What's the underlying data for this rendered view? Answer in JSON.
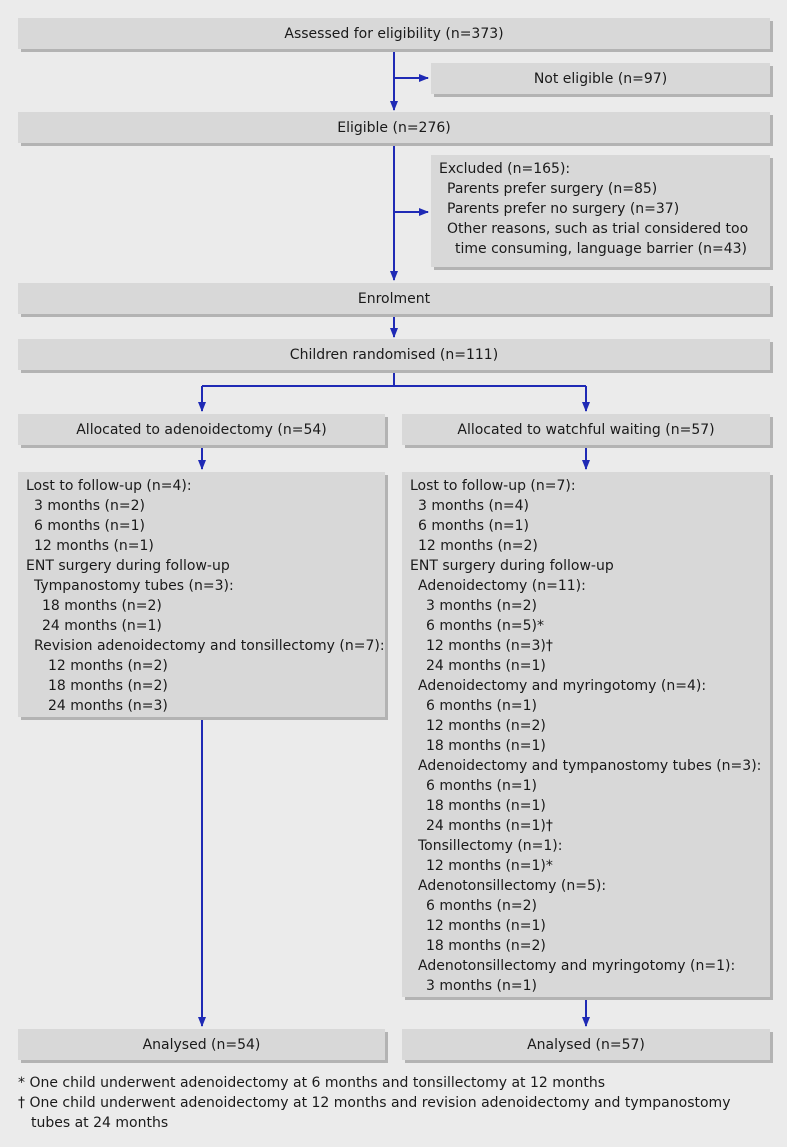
{
  "boxes": {
    "assessed": "Assessed for eligibility (n=373)",
    "not_eligible": "Not eligible (n=97)",
    "eligible": "Eligible (n=276)",
    "excluded": {
      "title": "Excluded (n=165):",
      "line1": "Parents prefer surgery (n=85)",
      "line2": "Parents prefer no surgery (n=37)",
      "line3a": "Other reasons, such as trial considered too",
      "line3b": "time consuming, language barrier (n=43)"
    },
    "enrolment": "Enrolment",
    "randomised": "Children randomised (n=111)",
    "alloc_adenoid": "Allocated to adenoidectomy (n=54)",
    "alloc_watch": "Allocated to watchful waiting (n=57)",
    "analysed_adenoid": "Analysed (n=54)",
    "analysed_watch": "Analysed (n=57)"
  },
  "left_followup": [
    "Lost to follow-up (n=4):",
    "3 months (n=2)",
    "6 months (n=1)",
    "12 months (n=1)",
    "ENT surgery during follow-up",
    "Tympanostomy tubes (n=3):",
    "18 months (n=2)",
    "24 months (n=1)",
    "Revision adenoidectomy and tonsillectomy (n=7):",
    "12 months (n=2)",
    "18 months (n=2)",
    "24 months (n=3)"
  ],
  "right_followup": [
    "Lost to follow-up (n=7):",
    "3 months (n=4)",
    "6 months (n=1)",
    "12 months (n=2)",
    "ENT surgery during follow-up",
    "Adenoidectomy (n=11):",
    "3 months (n=2)",
    "6 months (n=5)*",
    "12 months (n=3)†",
    "24 months (n=1)",
    "Adenoidectomy and myringotomy (n=4):",
    "6 months (n=1)",
    "12 months (n=2)",
    "18 months (n=1)",
    "Adenoidectomy and tympanostomy tubes (n=3):",
    "6 months (n=1)",
    "18 months (n=1)",
    "24 months (n=1)†",
    "Tonsillectomy (n=1):",
    "12 months (n=1)*",
    "Adenotonsillectomy (n=5):",
    "6 months (n=2)",
    "12 months (n=1)",
    "18 months (n=2)",
    "Adenotonsillectomy and myringotomy (n=1):",
    "3 months (n=1)"
  ],
  "footnotes": {
    "star": "* One child underwent adenoidectomy at 6 months and tonsillectomy at 12 months",
    "dagger_a": "† One child underwent adenoidectomy at 12 months and revision adenoidectomy and tympanostomy",
    "dagger_b": "tubes at 24 months"
  },
  "colors": {
    "arrow": "#1f2ab5",
    "box": "#d8d8d8",
    "background": "#ebebeb"
  }
}
